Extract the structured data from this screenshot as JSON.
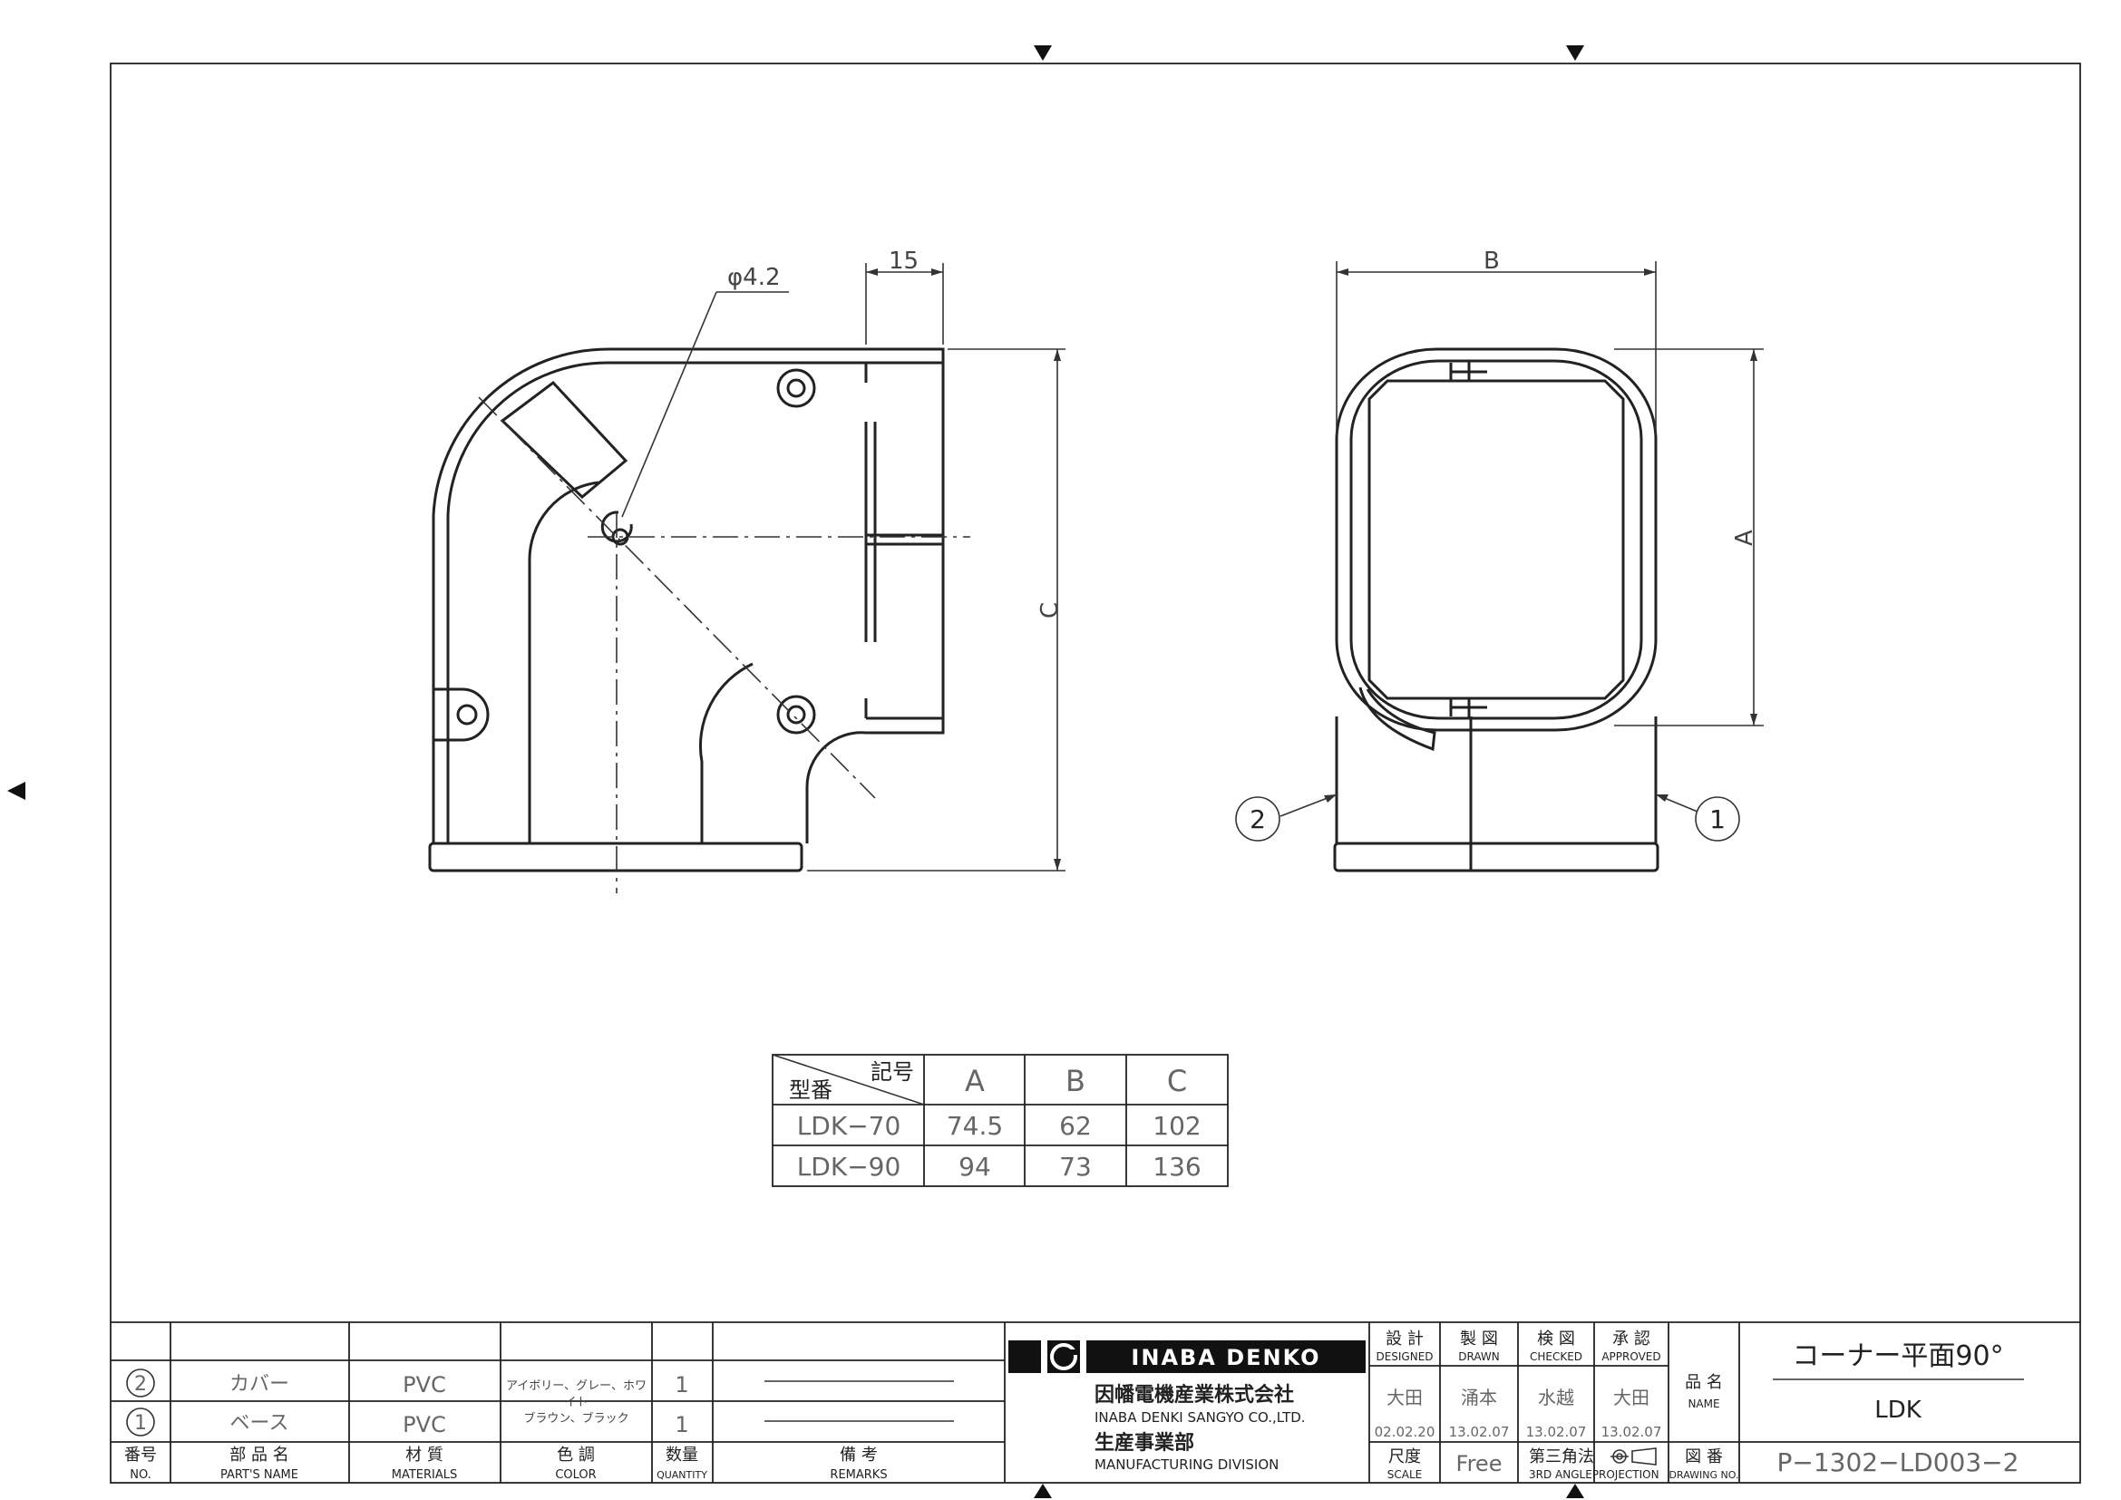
{
  "dimensions": {
    "dia": "φ4.2",
    "d15": "15",
    "dC": "C",
    "dB": "B",
    "dA": "A"
  },
  "balloons": {
    "part1": "1",
    "part2": "2"
  },
  "size_table": {
    "corner_top": "記号",
    "corner_bottom": "型番",
    "headers": [
      "A",
      "B",
      "C"
    ],
    "rows": [
      {
        "model": "LDK−70",
        "a": "74.5",
        "b": "62",
        "c": "102"
      },
      {
        "model": "LDK−90",
        "a": "94",
        "b": "73",
        "c": "136"
      }
    ]
  },
  "parts": [
    {
      "no": "2",
      "name": "カバー",
      "material": "PVC",
      "color": "アイボリー、グレー、ホワイト\nブラウン、ブラック",
      "quantity": "1"
    },
    {
      "no": "1",
      "name": "ベース",
      "material": "PVC",
      "color": "",
      "quantity": "1"
    }
  ],
  "parts_header": {
    "no_jp": "番号",
    "no_en": "NO.",
    "name_jp": "部 品 名",
    "name_en": "PART'S NAME",
    "material_jp": "材 質",
    "material_en": "MATERIALS",
    "color_jp": "色 調",
    "color_en": "COLOR",
    "qty_jp": "数量",
    "qty_en": "QUANTITY",
    "remarks_jp": "備 考",
    "remarks_en": "REMARKS"
  },
  "company": {
    "brand": "INABA DENKO",
    "name_jp": "因幡電機産業株式会社",
    "name_en": "INABA DENKI SANGYO CO.,LTD.",
    "division_jp": "生産事業部",
    "division_en": "MANUFACTURING DIVISION"
  },
  "approvals": {
    "designed": {
      "jp": "設 計",
      "en": "DESIGNED",
      "name": "大田",
      "date": "02.02.20"
    },
    "drawn": {
      "jp": "製 図",
      "en": "DRAWN",
      "name": "涌本",
      "date": "13.02.07"
    },
    "checked": {
      "jp": "検 図",
      "en": "CHECKED",
      "name": "水越",
      "date": "13.02.07"
    },
    "approved": {
      "jp": "承 認",
      "en": "APPROVED",
      "name": "大田",
      "date": "13.02.07"
    }
  },
  "scale": {
    "jp": "尺度",
    "en": "SCALE",
    "value": "Free"
  },
  "projection": {
    "jp": "第三角法",
    "en": "3RD ANGLEPROJECTION"
  },
  "product": {
    "name_label_jp": "品 名",
    "name_label_en": "NAME",
    "title": "コーナー平面90°",
    "code": "LDK",
    "drawing_no_label_jp": "図 番",
    "drawing_no_label_en": "DRAWING NO.",
    "drawing_no": "P−1302−LD003−2"
  }
}
